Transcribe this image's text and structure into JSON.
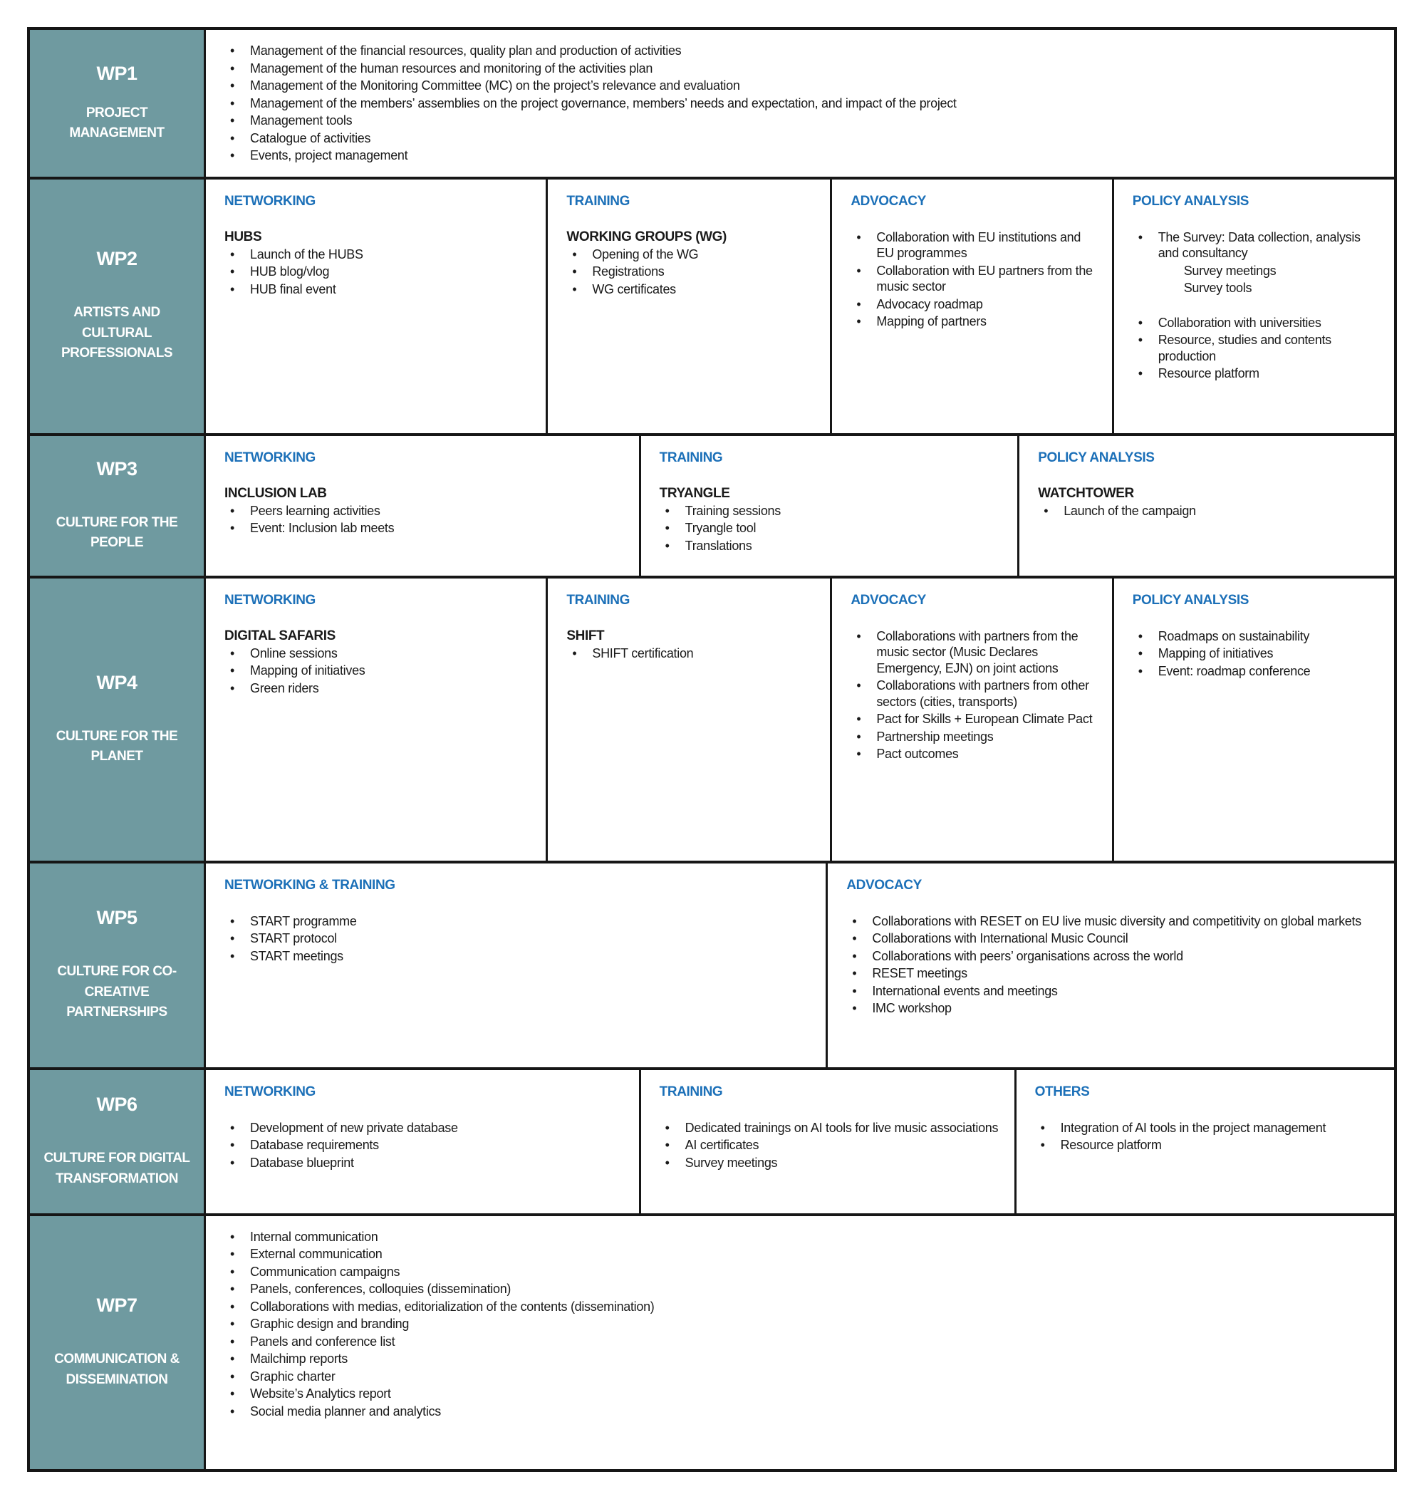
{
  "palette": {
    "teal": "#6f9aa0",
    "blue": "#1c70b8",
    "border": "#161616",
    "ink": "#1a1a1a"
  },
  "rows": [
    {
      "wp": "WP1",
      "title": "PROJECT MANAGEMENT",
      "min_h": 157,
      "cells": [
        {
          "flex": 1676,
          "heading": "",
          "groups": [
            {
              "label": "",
              "items": [
                {
                  "t": "Management of the financial resources, quality plan and production of activities"
                },
                {
                  "t": "Management of the human resources and monitoring of the activities plan"
                },
                {
                  "t": "Management of the Monitoring Committee (MC) on the project’s relevance and evaluation"
                },
                {
                  "t": "Management of the members’ assemblies on the project governance, members’ needs and expectation, and impact of the project"
                },
                {
                  "t": "Management tools"
                },
                {
                  "t": "Catalogue of activities"
                },
                {
                  "t": "Events, project management"
                }
              ]
            }
          ]
        }
      ]
    },
    {
      "wp": "WP2",
      "title": "ARTISTS AND CULTURAL PROFESSIONALS",
      "min_h": 360,
      "cells": [
        {
          "flex": 489,
          "heading": "NETWORKING",
          "groups": [
            {
              "label": "HUBS",
              "items": [
                {
                  "t": "Launch of the HUBS"
                },
                {
                  "t": "HUB blog/vlog"
                },
                {
                  "t": "HUB final event"
                }
              ]
            }
          ]
        },
        {
          "flex": 398,
          "heading": "TRAINING",
          "groups": [
            {
              "label": "WORKING GROUPS (WG)",
              "items": [
                {
                  "t": "Opening of the WG"
                },
                {
                  "t": "Registrations"
                },
                {
                  "t": "WG certificates"
                }
              ]
            }
          ]
        },
        {
          "flex": 394,
          "heading": "ADVOCACY",
          "groups": [
            {
              "label": "",
              "items": [
                {
                  "t": "Collaboration with EU institutions and EU programmes"
                },
                {
                  "t": "Collaboration with EU partners from the music sector"
                },
                {
                  "t": "Advocacy roadmap"
                },
                {
                  "t": "Mapping of partners"
                }
              ]
            }
          ]
        },
        {
          "flex": 395,
          "heading": "POLICY ANALYSIS",
          "groups": [
            {
              "label": "",
              "items": [
                {
                  "t": "The Survey: Data collection, analysis and consultancy"
                },
                {
                  "t": "Survey meetings",
                  "sub": true
                },
                {
                  "t": "Survey tools",
                  "sub": true
                }
              ]
            },
            {
              "label": "",
              "items": [
                {
                  "t": "Collaboration with universities"
                },
                {
                  "t": "Resource, studies and contents production"
                },
                {
                  "t": "Resource platform"
                }
              ]
            }
          ]
        }
      ]
    },
    {
      "wp": "WP3",
      "title": "CULTURE FOR THE PEOPLE",
      "min_h": 200,
      "cells": [
        {
          "flex": 617,
          "heading": "NETWORKING",
          "groups": [
            {
              "label": "INCLUSION LAB",
              "items": [
                {
                  "t": "Peers learning activities"
                },
                {
                  "t": "Event: Inclusion lab meets"
                }
              ]
            }
          ]
        },
        {
          "flex": 531,
          "heading": "TRAINING",
          "groups": [
            {
              "label": "TRYANGLE",
              "items": [
                {
                  "t": "Training sessions"
                },
                {
                  "t": "Tryangle tool"
                },
                {
                  "t": "Translations"
                }
              ]
            }
          ]
        },
        {
          "flex": 528,
          "heading": "POLICY ANALYSIS",
          "groups": [
            {
              "label": "WATCHTOWER",
              "items": [
                {
                  "t": "Launch of the campaign"
                }
              ]
            }
          ]
        }
      ]
    },
    {
      "wp": "WP4",
      "title": "CULTURE FOR THE PLANET",
      "min_h": 400,
      "cells": [
        {
          "flex": 489,
          "heading": "NETWORKING",
          "groups": [
            {
              "label": "DIGITAL SAFARIS",
              "items": [
                {
                  "t": "Online sessions"
                },
                {
                  "t": "Mapping of initiatives"
                },
                {
                  "t": "Green riders"
                }
              ]
            }
          ]
        },
        {
          "flex": 398,
          "heading": "TRAINING",
          "groups": [
            {
              "label": "SHIFT",
              "items": [
                {
                  "t": "SHIFT certification"
                }
              ]
            }
          ]
        },
        {
          "flex": 394,
          "heading": "ADVOCACY",
          "groups": [
            {
              "label": "",
              "items": [
                {
                  "t": "Collaborations with partners from the music sector (Music Declares Emergency, EJN) on joint actions"
                },
                {
                  "t": "Collaborations with partners from other sectors (cities, transports)"
                },
                {
                  "t": "Pact for Skills + European Climate Pact"
                },
                {
                  "t": "Partnership meetings"
                },
                {
                  "t": "Pact outcomes"
                }
              ]
            }
          ]
        },
        {
          "flex": 395,
          "heading": "POLICY ANALYSIS",
          "groups": [
            {
              "label": "",
              "items": [
                {
                  "t": "Roadmaps on sustainability"
                },
                {
                  "t": "Mapping of initiatives"
                },
                {
                  "t": "Event: roadmap conference"
                }
              ]
            }
          ]
        }
      ]
    },
    {
      "wp": "WP5",
      "title": "CULTURE FOR CO-CREATIVE PARTNERSHIPS",
      "min_h": 290,
      "cells": [
        {
          "flex": 878,
          "heading": "NETWORKING & TRAINING",
          "groups": [
            {
              "label": "",
              "items": [
                {
                  "t": "START programme"
                },
                {
                  "t": "START protocol"
                },
                {
                  "t": "START meetings"
                }
              ]
            }
          ]
        },
        {
          "flex": 798,
          "heading": "ADVOCACY",
          "groups": [
            {
              "label": "",
              "items": [
                {
                  "t": "Collaborations with RESET on EU live music diversity and competitivity on global markets"
                },
                {
                  "t": "Collaborations with International Music Council"
                },
                {
                  "t": "Collaborations with peers’ organisations across the world"
                },
                {
                  "t": "RESET meetings"
                },
                {
                  "t": "International events and meetings"
                },
                {
                  "t": "IMC workshop"
                }
              ]
            }
          ]
        }
      ]
    },
    {
      "wp": "WP6",
      "title": "CULTURE FOR DIGITAL TRANSFORMATION",
      "min_h": 205,
      "cells": [
        {
          "flex": 617,
          "heading": "NETWORKING",
          "groups": [
            {
              "label": "",
              "items": [
                {
                  "t": "Development of new private database"
                },
                {
                  "t": "Database requirements"
                },
                {
                  "t": "Database blueprint"
                }
              ]
            }
          ]
        },
        {
          "flex": 526,
          "heading": "TRAINING",
          "groups": [
            {
              "label": "",
              "items": [
                {
                  "t": "Dedicated trainings on AI tools for live music associations"
                },
                {
                  "t": "AI certificates"
                },
                {
                  "t": "Survey meetings"
                }
              ]
            }
          ]
        },
        {
          "flex": 533,
          "heading": "OTHERS",
          "groups": [
            {
              "label": "",
              "items": [
                {
                  "t": "Integration of AI tools in the project management"
                },
                {
                  "t": "Resource platform"
                }
              ]
            }
          ]
        }
      ]
    },
    {
      "wp": "WP7",
      "title": "COMMUNICATION & DISSEMINATION",
      "min_h": 355,
      "cells": [
        {
          "flex": 1676,
          "heading": "",
          "groups": [
            {
              "label": "",
              "items": [
                {
                  "t": "Internal communication"
                },
                {
                  "t": "External communication"
                },
                {
                  "t": "Communication campaigns"
                },
                {
                  "t": "Panels, conferences, colloquies (dissemination)"
                },
                {
                  "t": "Collaborations with medias, editorialization of the contents (dissemination)"
                },
                {
                  "t": "Graphic design and branding"
                },
                {
                  "t": "Panels and conference list"
                },
                {
                  "t": "Mailchimp reports"
                },
                {
                  "t": "Graphic charter"
                },
                {
                  "t": "Website’s Analytics report"
                },
                {
                  "t": "Social media planner and analytics"
                }
              ]
            }
          ]
        }
      ]
    }
  ]
}
